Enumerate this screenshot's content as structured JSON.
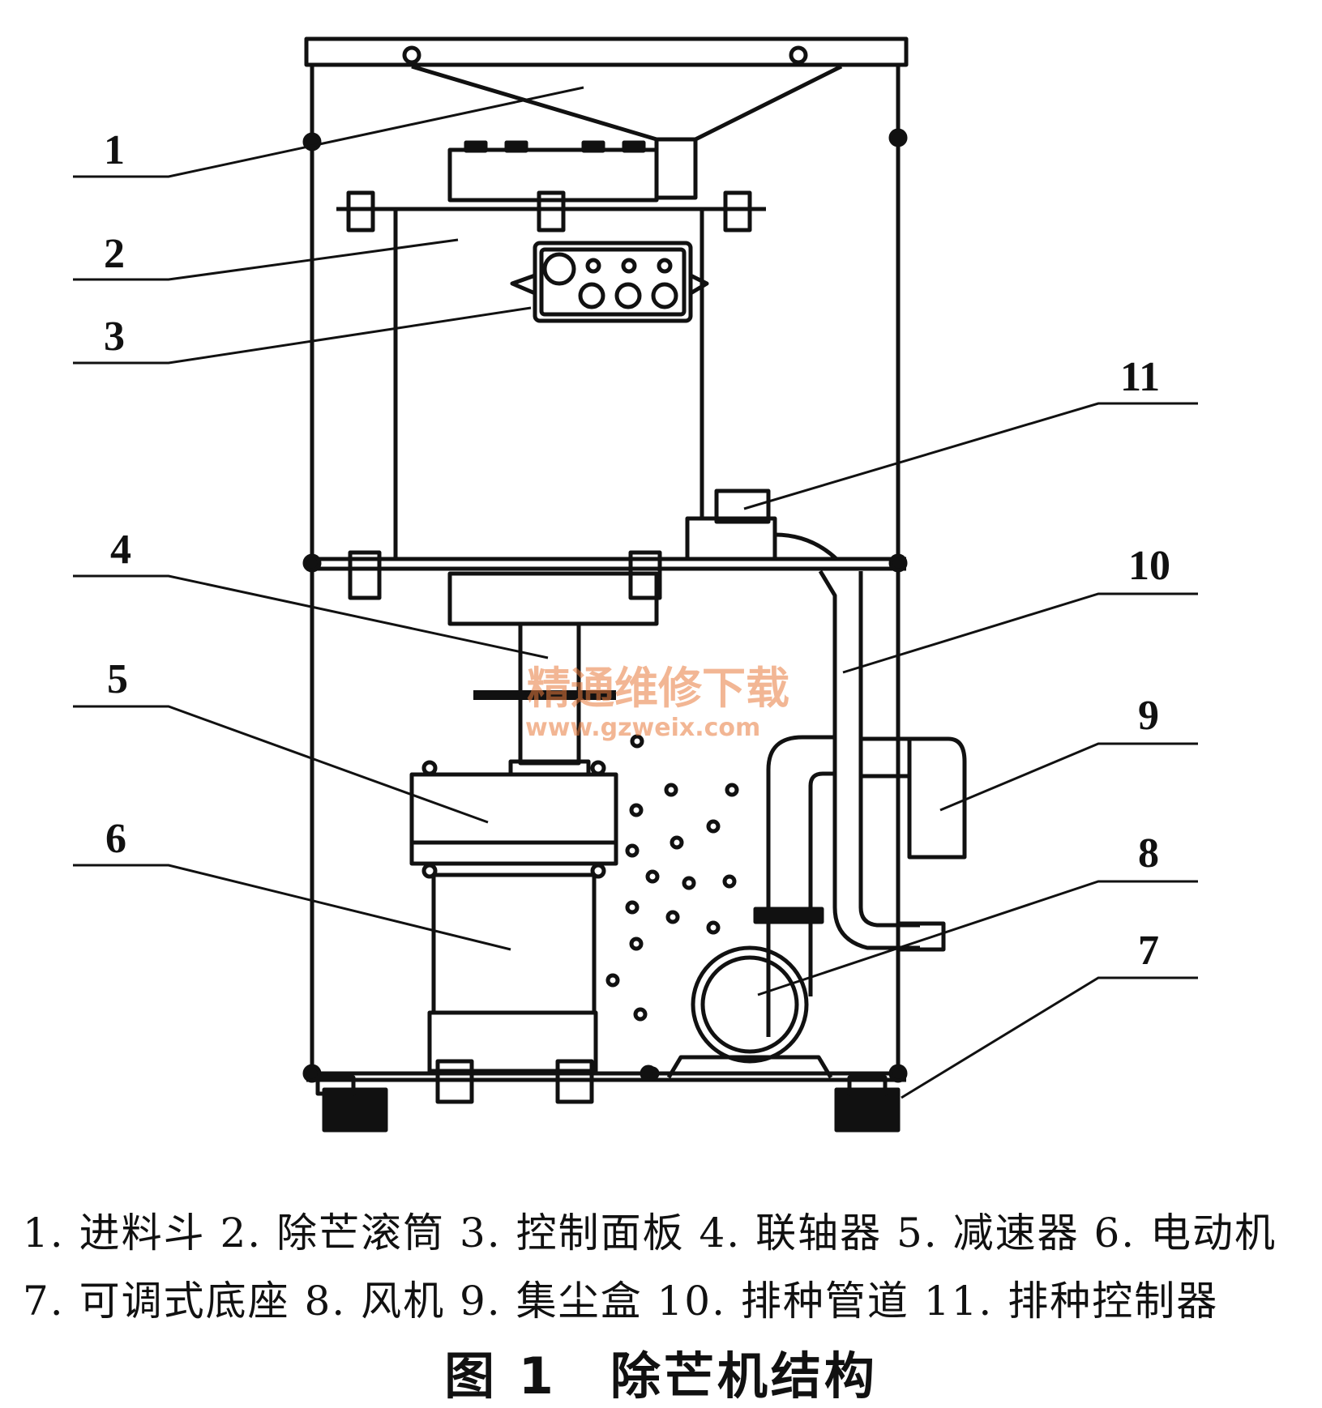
{
  "labels": {
    "l1": "1",
    "l2": "2",
    "l3": "3",
    "l4": "4",
    "l5": "5",
    "l6": "6",
    "l7": "7",
    "l8": "8",
    "l9": "9",
    "l10": "10",
    "l11": "11"
  },
  "watermark": {
    "line1": "精通维修下载",
    "line2": "www.gzweix.com"
  },
  "caption": {
    "line1": "1. 进料斗 2. 除芒滚筒 3. 控制面板 4. 联轴器 5. 减速器 6. 电动机",
    "line2": "7. 可调式底座 8. 风机 9. 集尘盒 10. 排种管道 11. 排种控制器"
  },
  "figure_title": "图 1　除芒机结构"
}
